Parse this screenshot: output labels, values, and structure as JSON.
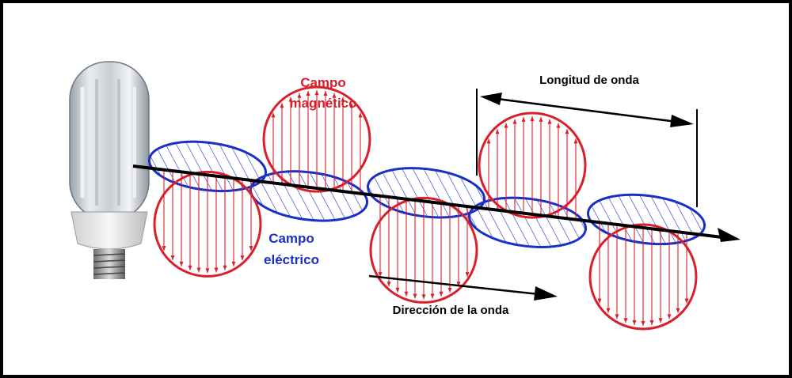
{
  "labels": {
    "magnetic_line1": "Campo",
    "magnetic_line2": "magnético",
    "electric_line1": "Campo",
    "electric_line2": "eléctrico",
    "wavelength": "Longitud de onda",
    "direction": "Dirección de la onda"
  },
  "colors": {
    "magnetic": "#d8202a",
    "electric": "#1a2fc8",
    "axis": "#000000",
    "background": "#ffffff"
  },
  "icons": {
    "light_source": "light-bulb-icon"
  }
}
